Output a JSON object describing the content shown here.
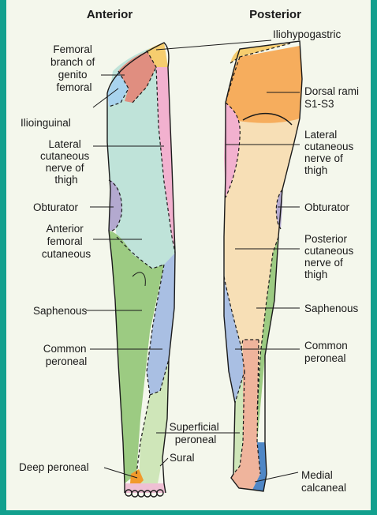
{
  "headers": {
    "anterior": "Anterior",
    "posterior": "Posterior"
  },
  "colors": {
    "background": "#12a08e",
    "panel": "#f4f7ec",
    "teal_zone": "#bfe3d9",
    "pink_zone": "#f2b1cf",
    "green_zone": "#9ccb82",
    "blue_zone": "#a9bfe3",
    "purple_zone": "#b3a9cf",
    "salmon_zone": "#e08e80",
    "orange_zone": "#f6ad5d",
    "yellow_zone": "#f6cd6e",
    "peach_zone": "#f7dfb6",
    "light_green_zone": "#cfe6b9",
    "sural_zone": "#efb49c",
    "calcaneal_zone": "#4f87c6",
    "deep_peroneal_zone": "#f19a2b"
  },
  "labels": {
    "femoral_branch": [
      "Femoral",
      "branch of",
      "genito",
      "femoral"
    ],
    "ilioinguinal": [
      "Ilioinguinal"
    ],
    "lateral_cutaneous_ant": [
      "Lateral",
      "cutaneous",
      "nerve of",
      "thigh"
    ],
    "obturator_ant": [
      "Obturator"
    ],
    "anterior_femoral": [
      "Anterior",
      "femoral",
      "cutaneous"
    ],
    "saphenous_ant": [
      "Saphenous"
    ],
    "common_peroneal_ant": [
      "Common",
      "peroneal"
    ],
    "deep_peroneal": [
      "Deep peroneal"
    ],
    "iliohypogastric": [
      "Iliohypogastric"
    ],
    "dorsal_rami": [
      "Dorsal rami",
      "S1-S3"
    ],
    "lateral_cutaneous_post": [
      "Lateral",
      "cutaneous",
      "nerve of",
      "thigh"
    ],
    "obturator_post": [
      "Obturator"
    ],
    "posterior_cutaneous": [
      "Posterior",
      "cutaneous",
      "nerve of",
      "thigh"
    ],
    "saphenous_post": [
      "Saphenous"
    ],
    "common_peroneal_post": [
      "Common",
      "peroneal"
    ],
    "superficial_peroneal": [
      "Superficial",
      "peroneal"
    ],
    "sural": [
      "Sural"
    ],
    "medial_calcaneal": [
      "Medial",
      "calcaneal"
    ]
  }
}
